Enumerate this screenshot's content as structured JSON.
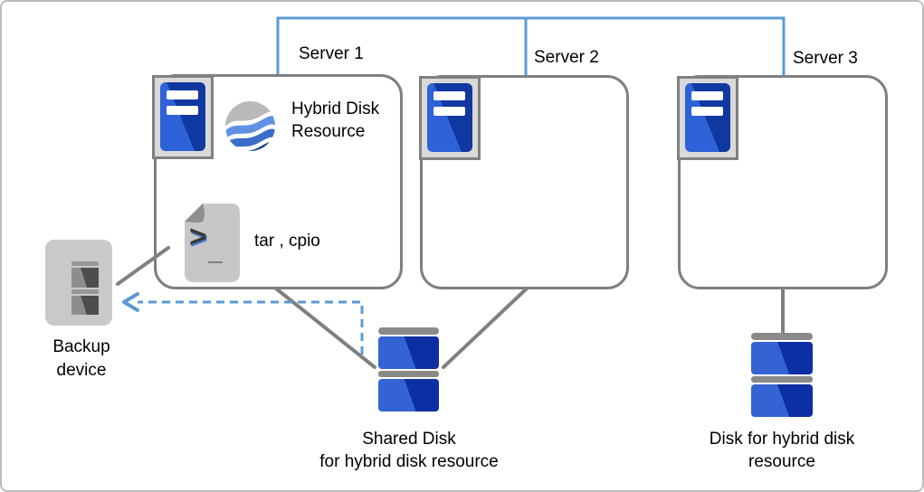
{
  "diagram": {
    "servers": [
      {
        "label": "Server 1"
      },
      {
        "label": "Server 2"
      },
      {
        "label": "Server 3"
      }
    ],
    "hybrid_resource_label": "Hybrid Disk Resource",
    "backup_tools_label": "tar , cpio",
    "backup_device_label": "Backup device",
    "shared_disk_label_line1": "Shared Disk",
    "shared_disk_label_line2": "for hybrid disk resource",
    "hybrid_disk_label_line1": "Disk for hybrid disk",
    "hybrid_disk_label_line2": "resource",
    "script_icon_glyph": ">",
    "script_icon_underscore": "_"
  },
  "icons": {
    "server_icon": "blue server tower in gray frame",
    "hybrid_disk_resource_icon": "blue wave globe",
    "script_file_icon": "document with > prompt",
    "backup_device_icon": "gray tape backup unit",
    "disk_icon": "stacked blue disk"
  },
  "colors": {
    "network_line_blue": "#5b9bd5",
    "connector_gray": "#808080",
    "box_border_gray": "#7f7f7f",
    "server_blue_light": "#2e62d9",
    "server_blue_dark": "#1038a0",
    "disk_blue_light": "#3464d3",
    "disk_blue_dark": "#0c2fa3",
    "disk_cap_gray": "#8a8a8a",
    "backup_body_gray": "#c9c9c9",
    "document_gray": "#c7c7c7",
    "globe_gray": "#b9b9b9",
    "globe_blue_light": "#6191e4",
    "globe_blue_mid": "#3a6dc8",
    "globe_blue_dark": "#143f7f"
  }
}
